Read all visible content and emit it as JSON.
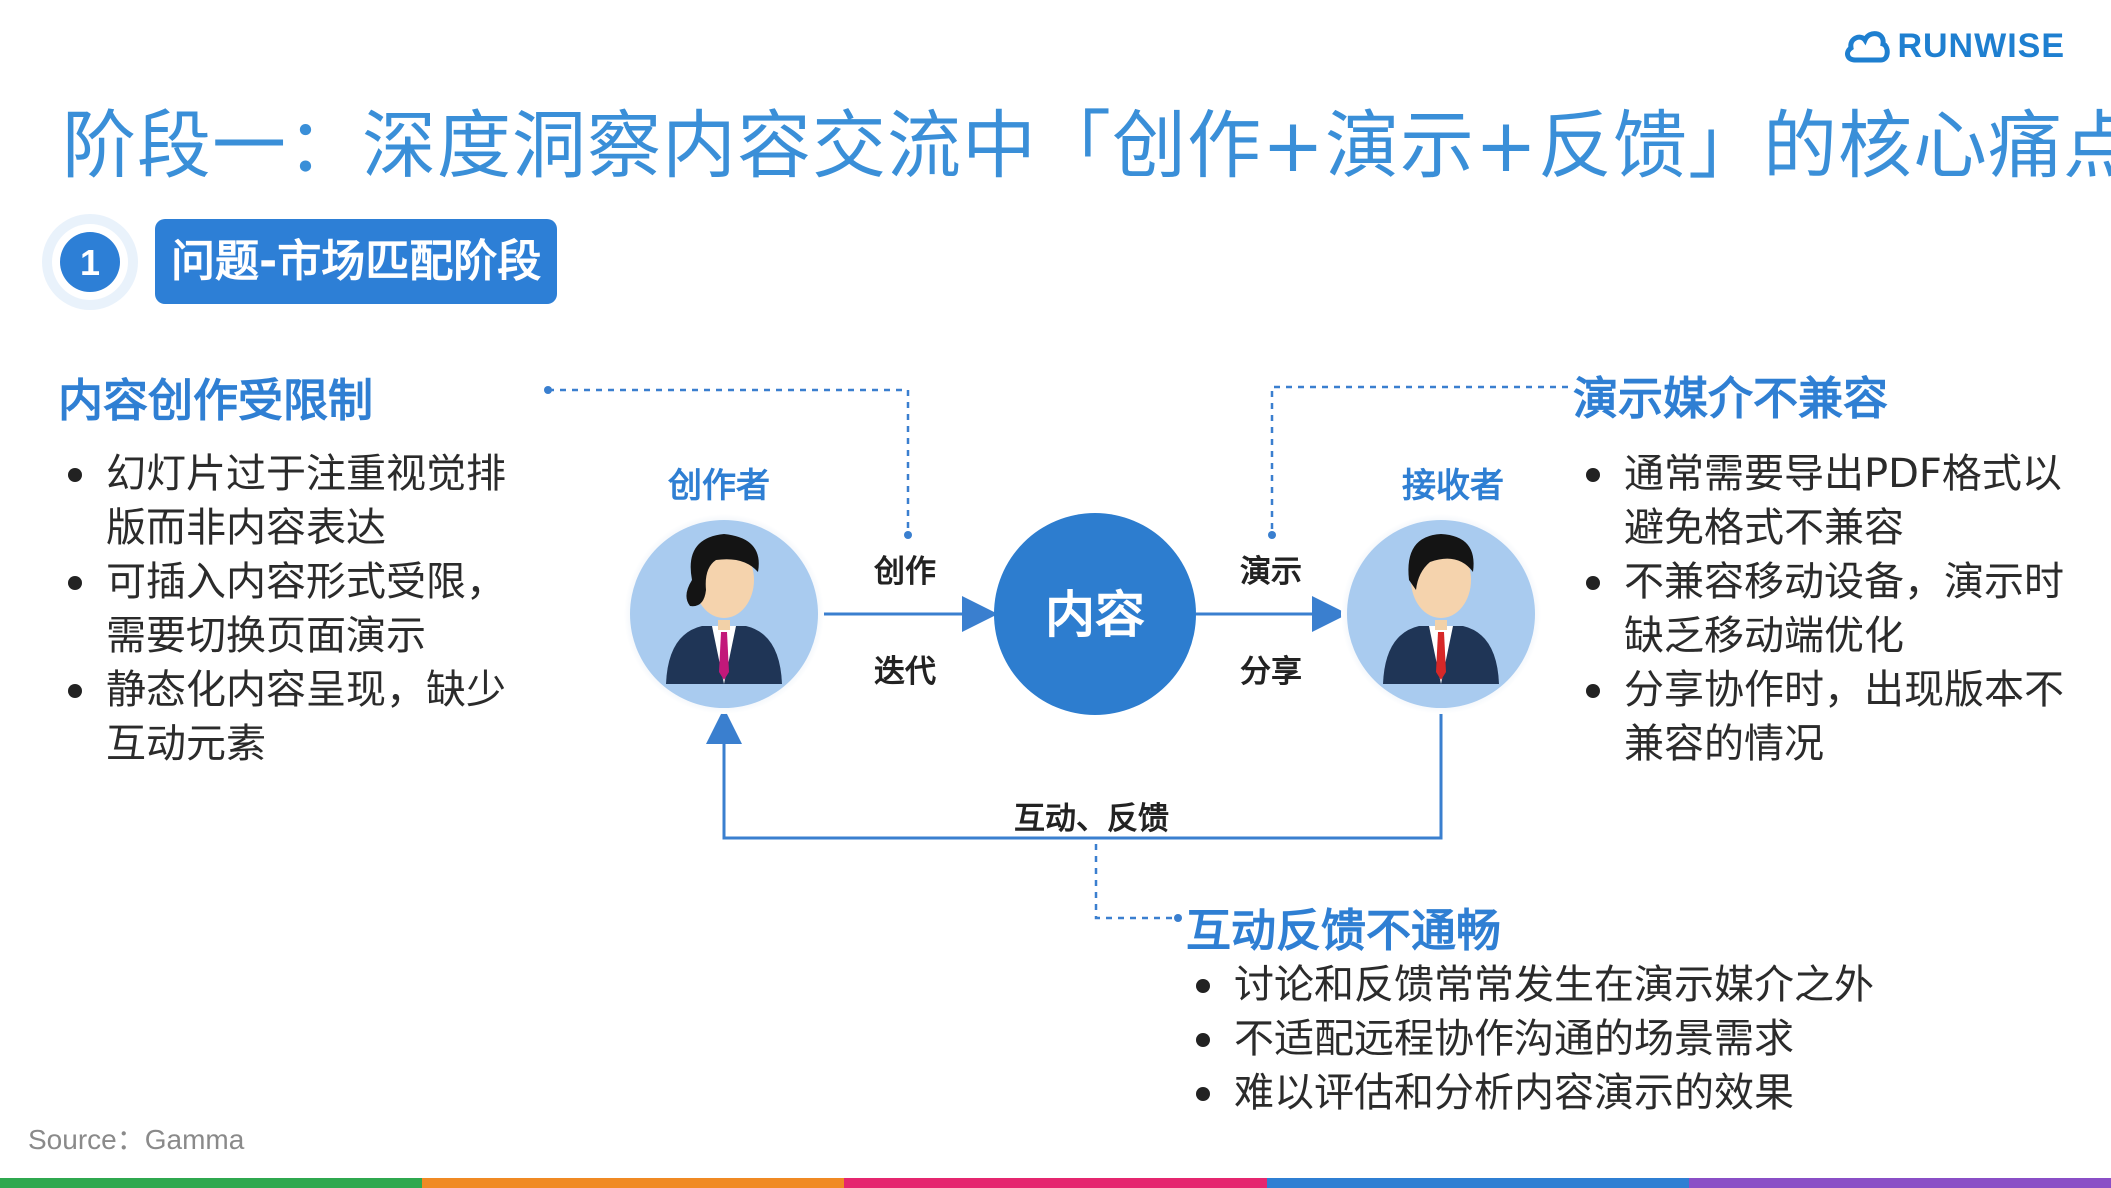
{
  "logo": {
    "text": "RUNWISE"
  },
  "title": "阶段一：深度洞察内容交流中「创作+演示+反馈」的核心痛点",
  "stage": {
    "number": "1",
    "label": "问题-市场匹配阶段"
  },
  "left_panel": {
    "heading": "内容创作受限制",
    "bullets": [
      "幻灯片过于注重视觉排版而非内容表达",
      "可插入内容形式受限，需要切换页面演示",
      "静态化内容呈现，缺少互动元素"
    ]
  },
  "right_panel": {
    "heading": "演示媒介不兼容",
    "bullets": [
      "通常需要导出PDF格式以避免格式不兼容",
      "不兼容移动设备，演示时缺乏移动端优化",
      "分享协作时，出现版本不兼容的情况"
    ]
  },
  "bottom_panel": {
    "heading": "互动反馈不通畅",
    "bullets": [
      "讨论和反馈常常发生在演示媒介之外",
      "不适配远程协作沟通的场景需求",
      "难以评估和分析内容演示的效果"
    ]
  },
  "diagram": {
    "creator_label": "创作者",
    "receiver_label": "接收者",
    "center_label": "内容",
    "edge_create": "创作",
    "edge_iterate": "迭代",
    "edge_present": "演示",
    "edge_share": "分享",
    "edge_feedback": "互动、反馈"
  },
  "source": "Source：Gamma",
  "colors": {
    "accent": "#2f7fd3",
    "title": "#3a8fd8",
    "circle_light": "#a9cbef",
    "center": "#2d7dcf",
    "stripe": [
      "#2fa84f",
      "#f08a24",
      "#e5266f",
      "#2f7fd3",
      "#8a4fc6"
    ]
  }
}
